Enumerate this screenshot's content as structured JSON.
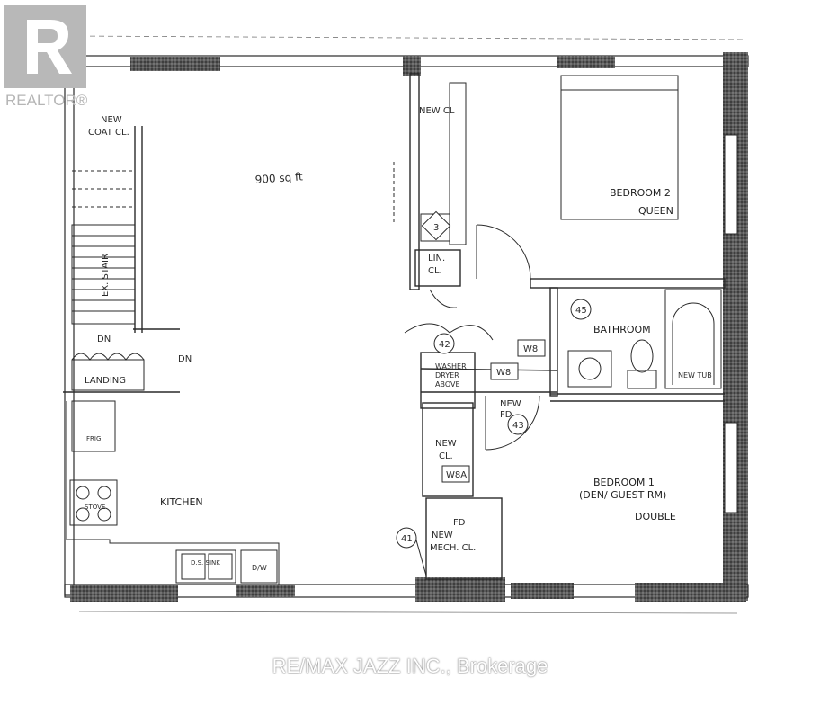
{
  "logo": {
    "text": "REALTOR®"
  },
  "watermark": {
    "text": "RE/MAX JAZZ INC., Brokerage"
  },
  "plan": {
    "area_note": "900 sq ft",
    "rooms": {
      "bedroom2": {
        "name": "BEDROOM 2",
        "bed": "QUEEN"
      },
      "bedroom1": {
        "name": "BEDROOM 1",
        "sub": "(DEN/ GUEST RM)",
        "bed": "DOUBLE"
      },
      "bathroom": "BATHROOM",
      "kitchen": "KITCHEN",
      "landing": "LANDING",
      "new_coat_cl_1": "NEW",
      "new_coat_cl_2": "COAT CL.",
      "new_cl_top": "NEW CL",
      "lin_cl_1": "LIN.",
      "lin_cl_2": "CL.",
      "new_cl_mid_1": "NEW",
      "new_cl_mid_2": "CL.",
      "new_mech_1": "NEW",
      "new_mech_2": "MECH. CL.",
      "new_tub": "NEW TUB",
      "washer_1": "WASHER",
      "washer_2": "DRYER",
      "washer_3": "ABOVE",
      "ex_stair": "EX. STAIR",
      "dn1": "DN",
      "dn2": "DN",
      "fd": "FD",
      "new_fd_1": "NEW",
      "new_fd_2": "FD",
      "stove": "STOVE",
      "fridge": "FRIG",
      "dw": "D/W",
      "sink": "D.S. SINK"
    },
    "tags": {
      "w8a": "W8",
      "w8b": "W8",
      "w8c": "W8A",
      "t45": "45",
      "t42": "42",
      "t43": "43",
      "t41": "41",
      "t3": "3"
    }
  }
}
